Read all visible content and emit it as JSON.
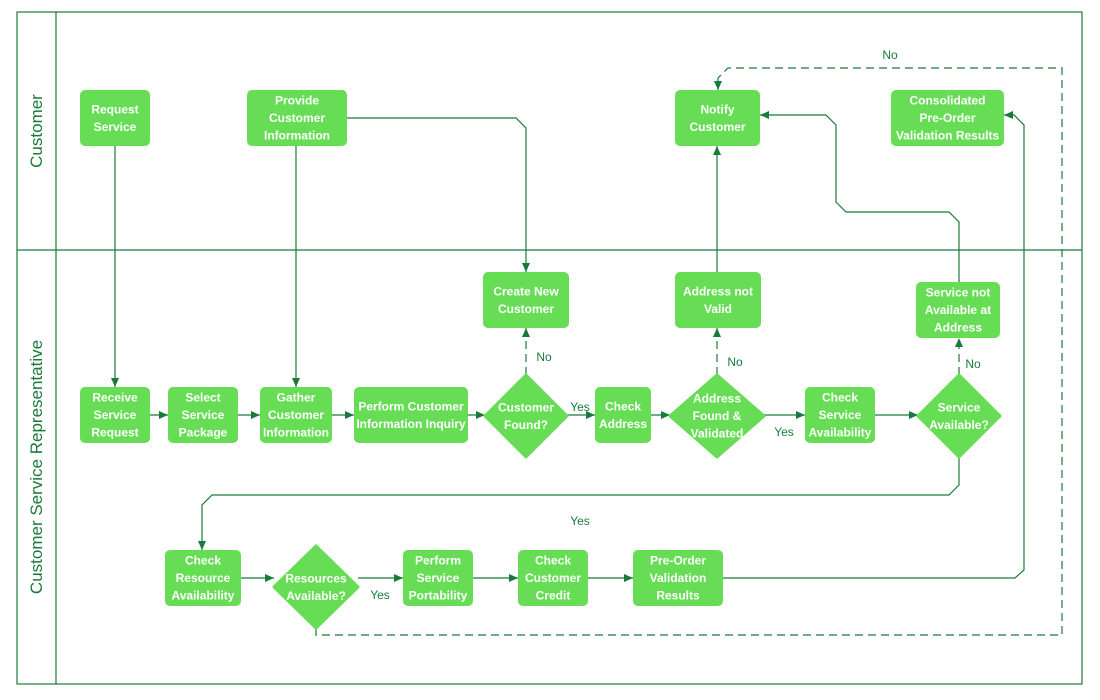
{
  "lanes": [
    {
      "id": "customer",
      "label": "Customer"
    },
    {
      "id": "csr",
      "label": "Customer Service Representative"
    }
  ],
  "nodes": [
    {
      "id": "request-service",
      "shape": "rect",
      "lines": [
        "Request",
        "Service"
      ]
    },
    {
      "id": "provide-customer-information",
      "shape": "rect",
      "lines": [
        "Provide",
        "Customer",
        "Information"
      ]
    },
    {
      "id": "notify-customer",
      "shape": "rect",
      "lines": [
        "Notify",
        "Customer"
      ]
    },
    {
      "id": "consolidated-results",
      "shape": "rect",
      "lines": [
        "Consolidated",
        "Pre-Order",
        "Validation Results"
      ]
    },
    {
      "id": "create-new-customer",
      "shape": "rect",
      "lines": [
        "Create New",
        "Customer"
      ]
    },
    {
      "id": "address-not-valid",
      "shape": "rect",
      "lines": [
        "Address not",
        "Valid"
      ]
    },
    {
      "id": "service-not-available",
      "shape": "rect",
      "lines": [
        "Service not",
        "Available at",
        "Address"
      ]
    },
    {
      "id": "receive-service-request",
      "shape": "rect",
      "lines": [
        "Receive",
        "Service",
        "Request"
      ]
    },
    {
      "id": "select-service-package",
      "shape": "rect",
      "lines": [
        "Select",
        "Service",
        "Package"
      ]
    },
    {
      "id": "gather-customer-information",
      "shape": "rect",
      "lines": [
        "Gather",
        "Customer",
        "Information"
      ]
    },
    {
      "id": "perform-customer-inquiry",
      "shape": "rect",
      "lines": [
        "Perform Customer",
        "Information Inquiry"
      ]
    },
    {
      "id": "customer-found",
      "shape": "diamond",
      "lines": [
        "Customer",
        "Found?"
      ]
    },
    {
      "id": "check-address",
      "shape": "rect",
      "lines": [
        "Check",
        "Address"
      ]
    },
    {
      "id": "address-found-validated",
      "shape": "diamond",
      "lines": [
        "Address",
        "Found &",
        "Validated"
      ]
    },
    {
      "id": "check-service-availability",
      "shape": "rect",
      "lines": [
        "Check",
        "Service",
        "Availability"
      ]
    },
    {
      "id": "service-available",
      "shape": "diamond",
      "lines": [
        "Service",
        "Available?"
      ]
    },
    {
      "id": "check-resource-availability",
      "shape": "rect",
      "lines": [
        "Check",
        "Resource",
        "Availability"
      ]
    },
    {
      "id": "resources-available",
      "shape": "diamond",
      "lines": [
        "Resources",
        "Available?"
      ]
    },
    {
      "id": "perform-service-portability",
      "shape": "rect",
      "lines": [
        "Perform",
        "Service",
        "Portability"
      ]
    },
    {
      "id": "check-customer-credit",
      "shape": "rect",
      "lines": [
        "Check",
        "Customer",
        "Credit"
      ]
    },
    {
      "id": "pre-order-validation-results",
      "shape": "rect",
      "lines": [
        "Pre-Order",
        "Validation",
        "Results"
      ]
    }
  ],
  "edges": [
    {
      "id": "e1",
      "from": "request-service",
      "to": "receive-service-request",
      "label": "",
      "style": "solid"
    },
    {
      "id": "e2",
      "from": "provide-customer-information",
      "to": "gather-customer-information",
      "label": "",
      "style": "solid"
    },
    {
      "id": "e3",
      "from": "provide-customer-information",
      "to": "create-new-customer",
      "label": "",
      "style": "solid"
    },
    {
      "id": "e4",
      "from": "receive-service-request",
      "to": "select-service-package",
      "label": "",
      "style": "solid"
    },
    {
      "id": "e5",
      "from": "select-service-package",
      "to": "gather-customer-information",
      "label": "",
      "style": "solid"
    },
    {
      "id": "e6",
      "from": "gather-customer-information",
      "to": "perform-customer-inquiry",
      "label": "",
      "style": "solid"
    },
    {
      "id": "e7",
      "from": "perform-customer-inquiry",
      "to": "customer-found",
      "label": "",
      "style": "solid"
    },
    {
      "id": "e8",
      "from": "customer-found",
      "to": "check-address",
      "label": "Yes",
      "style": "solid"
    },
    {
      "id": "e9",
      "from": "customer-found",
      "to": "create-new-customer",
      "label": "No",
      "style": "dashed"
    },
    {
      "id": "e10",
      "from": "check-address",
      "to": "address-found-validated",
      "label": "",
      "style": "solid"
    },
    {
      "id": "e11",
      "from": "address-found-validated",
      "to": "check-service-availability",
      "label": "Yes",
      "style": "solid"
    },
    {
      "id": "e12",
      "from": "address-found-validated",
      "to": "address-not-valid",
      "label": "No",
      "style": "dashed"
    },
    {
      "id": "e13",
      "from": "address-not-valid",
      "to": "notify-customer",
      "label": "",
      "style": "solid"
    },
    {
      "id": "e14",
      "from": "check-service-availability",
      "to": "service-available",
      "label": "",
      "style": "solid"
    },
    {
      "id": "e15",
      "from": "service-available",
      "to": "service-not-available",
      "label": "No",
      "style": "dashed"
    },
    {
      "id": "e16",
      "from": "service-not-available",
      "to": "notify-customer",
      "label": "",
      "style": "solid"
    },
    {
      "id": "e17",
      "from": "service-available",
      "to": "check-resource-availability",
      "label": "Yes",
      "style": "solid"
    },
    {
      "id": "e18",
      "from": "check-resource-availability",
      "to": "resources-available",
      "label": "",
      "style": "solid"
    },
    {
      "id": "e19",
      "from": "resources-available",
      "to": "perform-service-portability",
      "label": "Yes",
      "style": "solid"
    },
    {
      "id": "e20",
      "from": "resources-available",
      "to": "notify-customer",
      "label": "No",
      "style": "dashed"
    },
    {
      "id": "e21",
      "from": "perform-service-portability",
      "to": "check-customer-credit",
      "label": "",
      "style": "solid"
    },
    {
      "id": "e22",
      "from": "check-customer-credit",
      "to": "pre-order-validation-results",
      "label": "",
      "style": "solid"
    },
    {
      "id": "e23",
      "from": "pre-order-validation-results",
      "to": "consolidated-results",
      "label": "",
      "style": "solid"
    }
  ],
  "colors": {
    "node_fill": "#66dd55",
    "node_text": "#ffffff",
    "line": "#1a7a3a",
    "label_text": "#1a7a3a"
  }
}
